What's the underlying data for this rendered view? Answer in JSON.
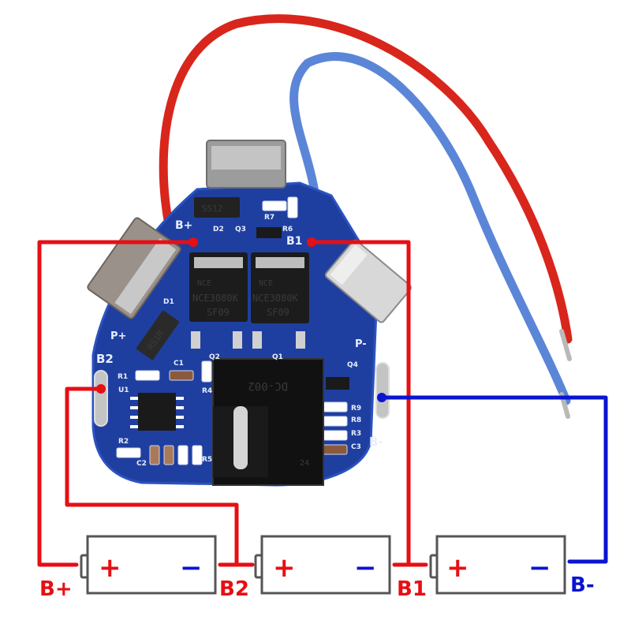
{
  "colors": {
    "positive_wire": "#e60f14",
    "negative_wire": "#0a14d2",
    "battery_outline": "#555555",
    "pcb": "#1f3fa0",
    "red_lead": "#d8261c",
    "blue_lead": "#5b86d8"
  },
  "terminals": {
    "b_plus": "B+",
    "b2": "B2",
    "b1": "B1",
    "b_minus": "B-"
  },
  "batteries": [
    {
      "plus": "+",
      "minus": "−"
    },
    {
      "plus": "+",
      "minus": "−"
    },
    {
      "plus": "+",
      "minus": "−"
    }
  ],
  "pcb_silkscreen": {
    "b_plus": "B+",
    "b1": "B1",
    "b2": "B2",
    "b_minus": "B-",
    "p_plus": "P+",
    "p_minus": "P-",
    "d1": "D1",
    "d2": "D2",
    "q1": "Q1",
    "q2": "Q2",
    "q3": "Q3",
    "q4": "Q4",
    "r1": "R1",
    "r2": "R2",
    "r3": "R3",
    "r4": "R4",
    "r5": "R5",
    "r6": "R6",
    "r7": "R7",
    "r8": "R8",
    "r9": "R9",
    "c1": "C1",
    "c2": "C2",
    "c3": "C3",
    "u1": "U1"
  },
  "components": {
    "mosfet_left_brand": "NCE",
    "mosfet_left_part": "NCE3080K",
    "mosfet_left_code": "SF09",
    "mosfet_right_brand": "NCE",
    "mosfet_right_part": "NCE3080K",
    "mosfet_right_code": "SF09",
    "diode_d2": "SS12",
    "diode_d1": "RS1M",
    "connector_label": "DC-002",
    "connector_number": "24"
  }
}
